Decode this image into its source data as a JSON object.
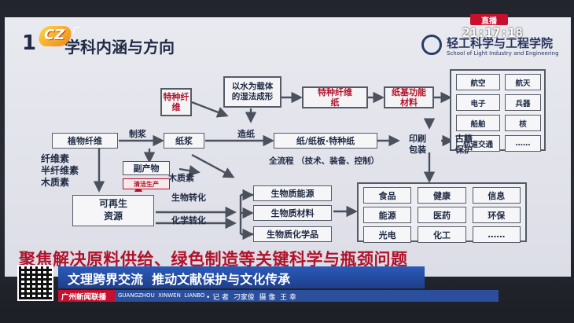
{
  "overlay": {
    "channel_logo": "CZ",
    "channel_sub": "广",
    "live_badge": "直播",
    "clock": "21:17:18"
  },
  "slide": {
    "title_num": "1",
    "title": "学科内涵与方向",
    "school_cn": "轻工科学与工程学院",
    "school_en": "School of Light Industry and Engineering",
    "tagline": "聚焦解决原料供给、绿色制造等关键科学与瓶颈问题",
    "nodes": {
      "special_fiber": "特种纤维",
      "water_forming": "以水为载体的湿法成形",
      "special_fiber_paper": "特种纤维纸",
      "paper_functional": "纸基功能材料",
      "plant_fiber": "植物纤维",
      "pulping": "制浆",
      "pulp": "纸浆",
      "papermaking": "造纸",
      "paper_board": "纸/纸板·特种纸",
      "printing": "印刷\n包装",
      "ancient_books": "古籍\n保护",
      "by_product": "副产物",
      "lignin": "木质素",
      "clean_production": "清洁生产",
      "full_process": "全流程 （技术、装备、控制）",
      "renewable": "可再生\n资源",
      "bio_conversion": "生物转化",
      "chem_conversion": "化学转化",
      "bio_energy": "生物质能源",
      "bio_material": "生物质材料",
      "bio_chemical": "生物质化学品"
    },
    "fiber_list": [
      "纤维素",
      "半纤维素",
      "木质素"
    ],
    "applications": [
      [
        "航空",
        "航天"
      ],
      [
        "电子",
        "兵器"
      ],
      [
        "船舶",
        "核"
      ],
      [
        "轨道交通",
        "……"
      ]
    ],
    "outputs": [
      [
        "食品",
        "健康",
        "信息"
      ],
      [
        "能源",
        "医药",
        "环保"
      ],
      [
        "光电",
        "化工",
        "……"
      ]
    ]
  },
  "lower_third": {
    "headline": "文理跨界交流  推动文献保护与文化传承",
    "program_cn": "广州新闻联播",
    "program_en": "GUANGZHOU  XINWEN  LIANBO",
    "credits": "• 记 者  刁家俊  摄 像  王 幸"
  },
  "colors": {
    "accent_red": "#c8102e",
    "headline_blue": "#1e3f8c",
    "slide_red": "#b1122a"
  }
}
